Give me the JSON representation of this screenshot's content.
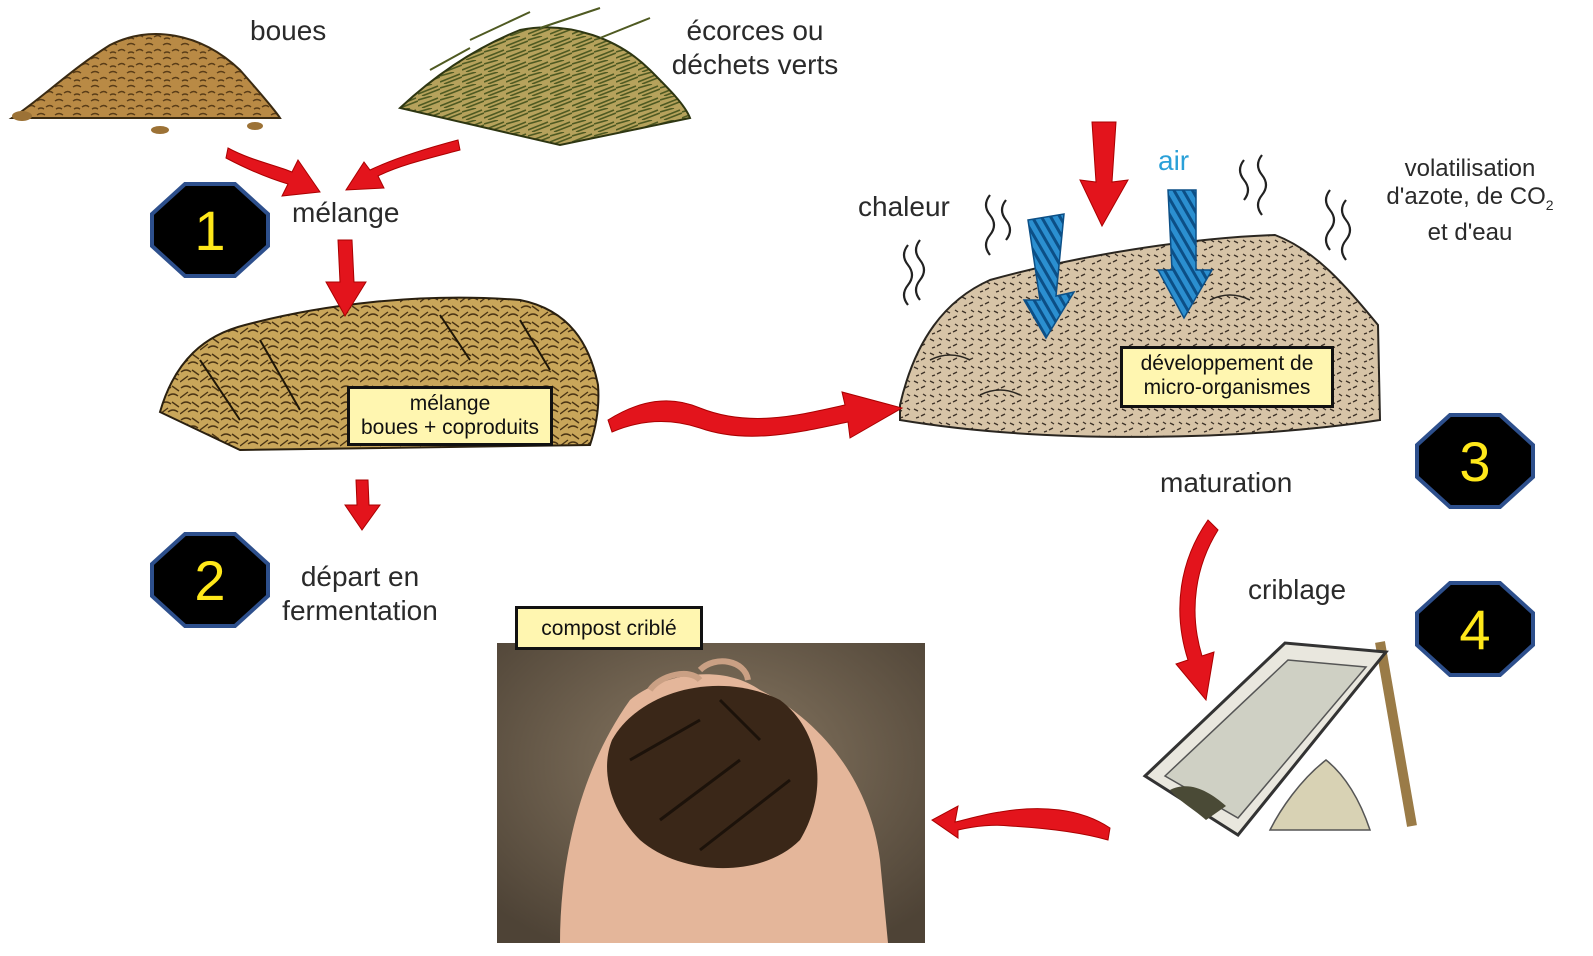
{
  "labels": {
    "boues": "boues",
    "ecorces_line1": "écorces ou",
    "ecorces_line2": "déchets verts",
    "melange": "mélange",
    "depart_line1": "départ en",
    "depart_line2": "fermentation",
    "chaleur": "chaleur",
    "air": "air",
    "volatilisation_line1": "volatilisation",
    "volatilisation_line2": "d'azote, de CO",
    "volatilisation_sub": "2",
    "volatilisation_line3": "et d'eau",
    "maturation": "maturation",
    "criblage": "criblage"
  },
  "callouts": {
    "melange_line1": "mélange",
    "melange_line2": "boues + coproduits",
    "dev_line1": "développement de",
    "dev_line2": "micro-organismes",
    "compost": "compost criblé"
  },
  "steps": [
    "1",
    "2",
    "3",
    "4"
  ],
  "colors": {
    "arrow_red": "#e3141c",
    "arrow_blue": "#2b8fd0",
    "badge_fill": "#000000",
    "badge_stroke": "#2d4f8c",
    "badge_text": "#ffe81a",
    "callout_fill": "#fff6b0"
  },
  "icons": [
    "sludge-pile-icon",
    "green-waste-pile-icon",
    "mixed-compost-pile-icon",
    "fermenting-compost-pile-icon",
    "steam-icon",
    "compost-sieve-icon",
    "hands-compost-photo"
  ]
}
